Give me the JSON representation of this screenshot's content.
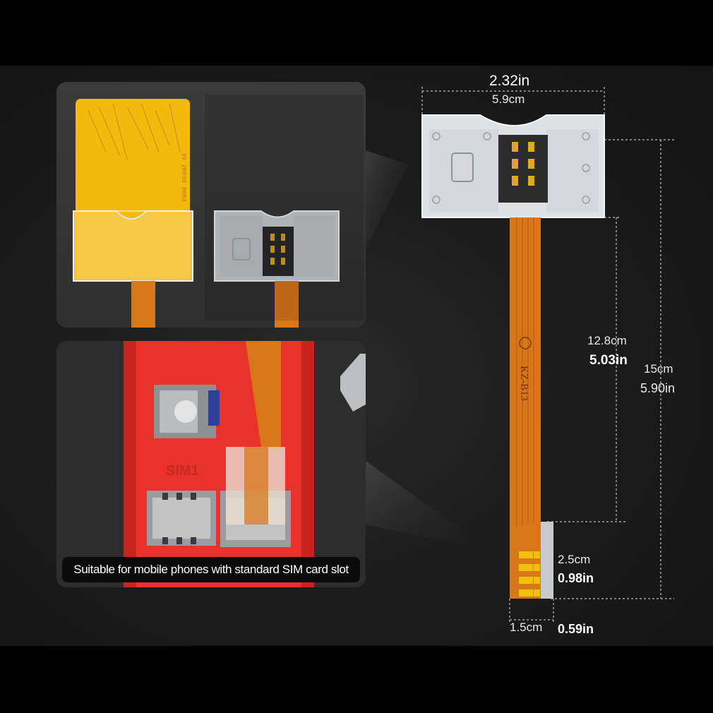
{
  "caption": "Suitable for mobile phones with standard SIM card slot",
  "dimensions": {
    "width_in": "2.32in",
    "width_cm": "5.9cm",
    "cable_cm": "12.8cm",
    "cable_in": "5.03in",
    "total_cm": "15cm",
    "total_in": "5.90in",
    "tip_len_cm": "2.5cm",
    "tip_len_in": "0.98in",
    "tip_width_cm": "1.5cm",
    "tip_width_in": "0.59in"
  },
  "product_label": "KZ-B13",
  "phone_slot_label": "SIM1",
  "card_print": "39 20038 0003",
  "colors": {
    "background": "#000000",
    "flex_cable": "#d8771a",
    "card_yellow": "#f3b90c",
    "phone_red": "#e8322a"
  }
}
